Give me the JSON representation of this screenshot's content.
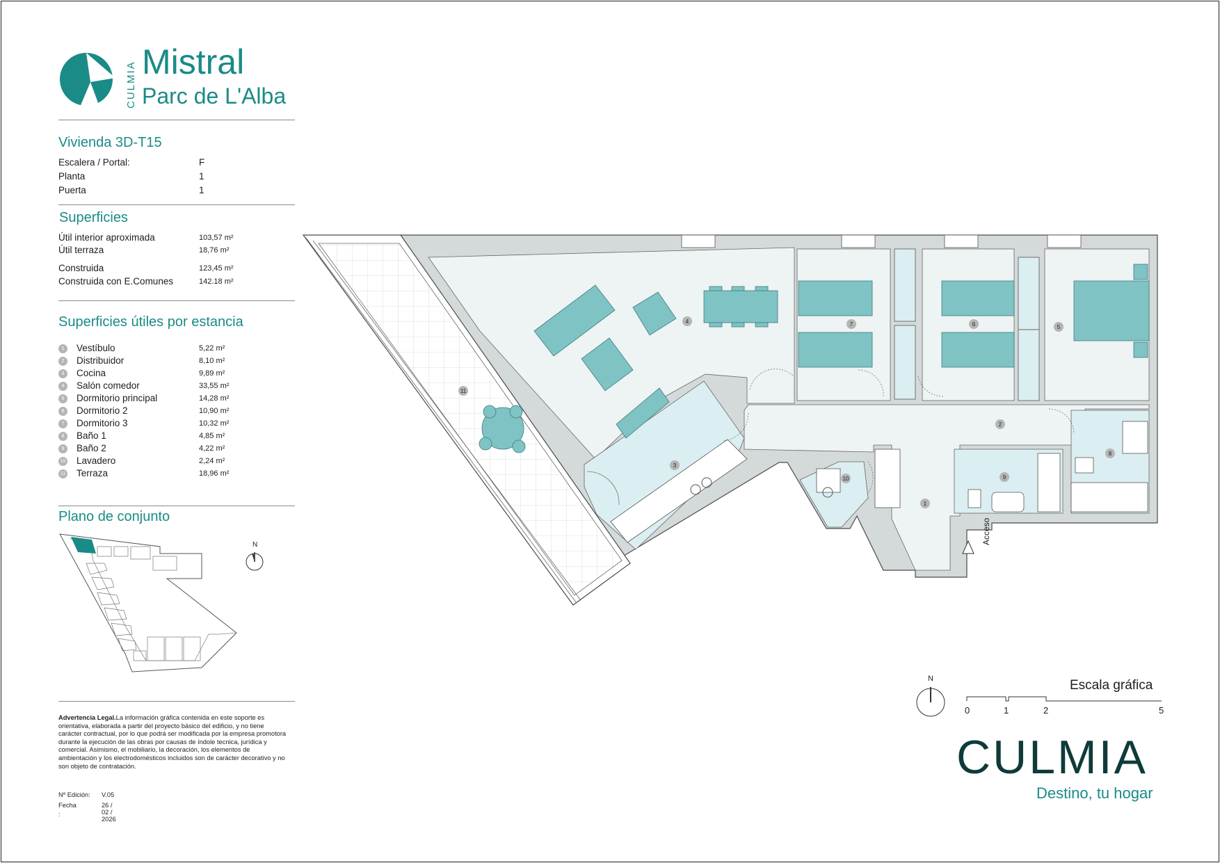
{
  "brand": {
    "culmia_vertical": "CULMIA",
    "project_line1": "Mistral",
    "project_line2": "Parc de L'Alba",
    "footer_brand": "CULMIA",
    "footer_tagline": "Destino, tu hogar"
  },
  "unit": {
    "title": "Vivienda 3D-T15",
    "rows": [
      {
        "label": "Escalera / Portal:",
        "value": "F"
      },
      {
        "label": "Planta",
        "value": "1"
      },
      {
        "label": "Puerta",
        "value": "1"
      }
    ]
  },
  "surfaces": {
    "title": "Superficies",
    "rows": [
      {
        "label": "Útil interior aproximada",
        "value": "103,57 m²"
      },
      {
        "label": "Útil terraza",
        "value": "18,76 m²"
      },
      {
        "label": "Construida",
        "value": "123,45 m²"
      },
      {
        "label": "Construida con E.Comunes",
        "value": "142.18 m²"
      }
    ]
  },
  "rooms": {
    "title": "Superficies útiles por estancia",
    "items": [
      {
        "num": "1",
        "name": "Vestíbulo",
        "area": "5,22 m²"
      },
      {
        "num": "2",
        "name": "Distribuidor",
        "area": "8,10 m²"
      },
      {
        "num": "3",
        "name": "Cocina",
        "area": "9,89 m²"
      },
      {
        "num": "4",
        "name": "Salón comedor",
        "area": "33,55 m²"
      },
      {
        "num": "5",
        "name": "Dormitorio principal",
        "area": "14,28 m²"
      },
      {
        "num": "6",
        "name": "Dormitorio 2",
        "area": "10,90 m²"
      },
      {
        "num": "7",
        "name": "Dormitorio 3",
        "area": "10,32 m²"
      },
      {
        "num": "8",
        "name": "Baño 1",
        "area": "4,85 m²"
      },
      {
        "num": "9",
        "name": "Baño 2",
        "area": "4,22 m²"
      },
      {
        "num": "10",
        "name": "Lavadero",
        "area": "2,24 m²"
      },
      {
        "num": "11",
        "name": "Terraza",
        "area": "18,96 m²"
      }
    ]
  },
  "site_plan": {
    "title": "Plano de conjunto",
    "north": "N"
  },
  "legal": {
    "heading": "Advertencia Legal.",
    "text": "La información gráfica contenida en este soporte es orientativa, elaborada a partir del proyecto básico del edificio, y no tiene carácter contractual, por lo que podrá ser modificada por la empresa promotora durante la ejecución de las obras por causas de índole tecnica, jurídica y comercial. Asimismo, el mobiliario, la decoración, los elementos de ambientación y los electrodomésticos incluidos son de carácter decorativo y no son objeto de contratación.",
    "edition_label": "Nº Edición:",
    "edition_value": "V.05",
    "date_label": "Fecha",
    "date_value": "26 / 02 / 2026",
    "trailing": ":"
  },
  "plan": {
    "access_label": "Acceso",
    "north": "N",
    "room_marks": [
      "1",
      "2",
      "3",
      "4",
      "5",
      "6",
      "7",
      "8",
      "9",
      "10",
      "11"
    ]
  },
  "scale": {
    "title": "Escala gráfica",
    "ticks": [
      "0",
      "1",
      "2",
      "5"
    ]
  },
  "colors": {
    "accent": "#1a8b86",
    "dark": "#0f3a3a",
    "wall": "#d4d9da",
    "floor": "#eef3f4",
    "wet": "#dbeef1",
    "furniture": "#7fc3c4"
  }
}
